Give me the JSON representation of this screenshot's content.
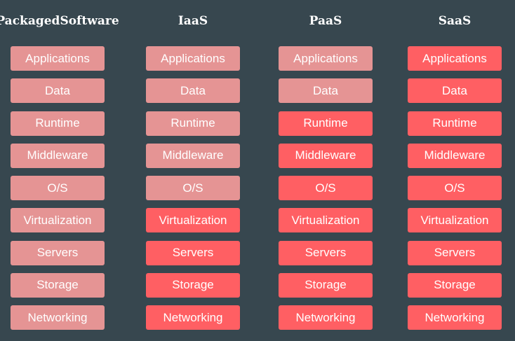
{
  "layers": [
    "Applications",
    "Data",
    "Runtime",
    "Middleware",
    "O/S",
    "Virtualization",
    "Servers",
    "Storage",
    "Networking"
  ],
  "legend_colors": {
    "you_manage": "#e59494",
    "vendor_managed": "#ff5f63"
  },
  "columns": [
    {
      "id": "packaged-software",
      "title_lines": [
        "Packaged",
        "Software"
      ],
      "managed_by_vendor": [
        false,
        false,
        false,
        false,
        false,
        false,
        false,
        false,
        false
      ]
    },
    {
      "id": "iaas",
      "title_lines": [
        "IaaS"
      ],
      "managed_by_vendor": [
        false,
        false,
        false,
        false,
        false,
        true,
        true,
        true,
        true
      ]
    },
    {
      "id": "paas",
      "title_lines": [
        "PaaS"
      ],
      "managed_by_vendor": [
        false,
        false,
        true,
        true,
        true,
        true,
        true,
        true,
        true
      ]
    },
    {
      "id": "saas",
      "title_lines": [
        "SaaS"
      ],
      "managed_by_vendor": [
        true,
        true,
        true,
        true,
        true,
        true,
        true,
        true,
        true
      ]
    }
  ]
}
